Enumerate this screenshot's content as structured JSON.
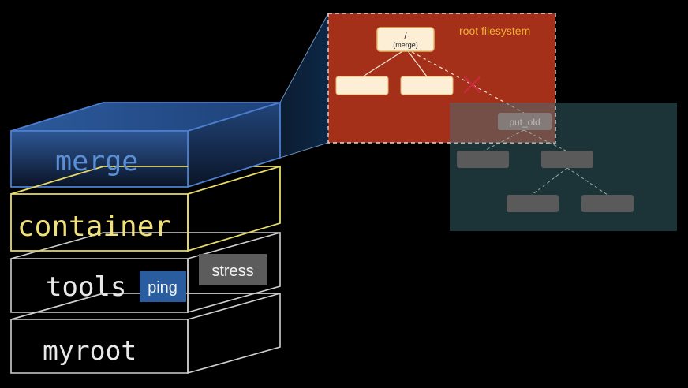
{
  "layers": {
    "merge": "merge",
    "container": "container",
    "tools": "tools",
    "myroot": "myroot"
  },
  "tags": {
    "ping": "ping",
    "stress": "stress"
  },
  "root_fs": {
    "label": "root filesystem",
    "root_node_slash": "/",
    "root_node_sub": "(merge)"
  },
  "put_old": {
    "label": "put_old"
  },
  "colors": {
    "merge_blue": "#3d6fbf",
    "merge_text": "#4f86c9",
    "container_yellow": "#e5d96a",
    "layer_white": "#d9d9d9",
    "root_fs_bg": "#a33016",
    "root_fs_label": "#f2b134",
    "node_fill": "#fcefd6",
    "ping_bg": "#2a5da0",
    "stress_bg": "#5a5a5a",
    "cross": "#c0283a",
    "put_old_bg": "#1f3a40"
  }
}
